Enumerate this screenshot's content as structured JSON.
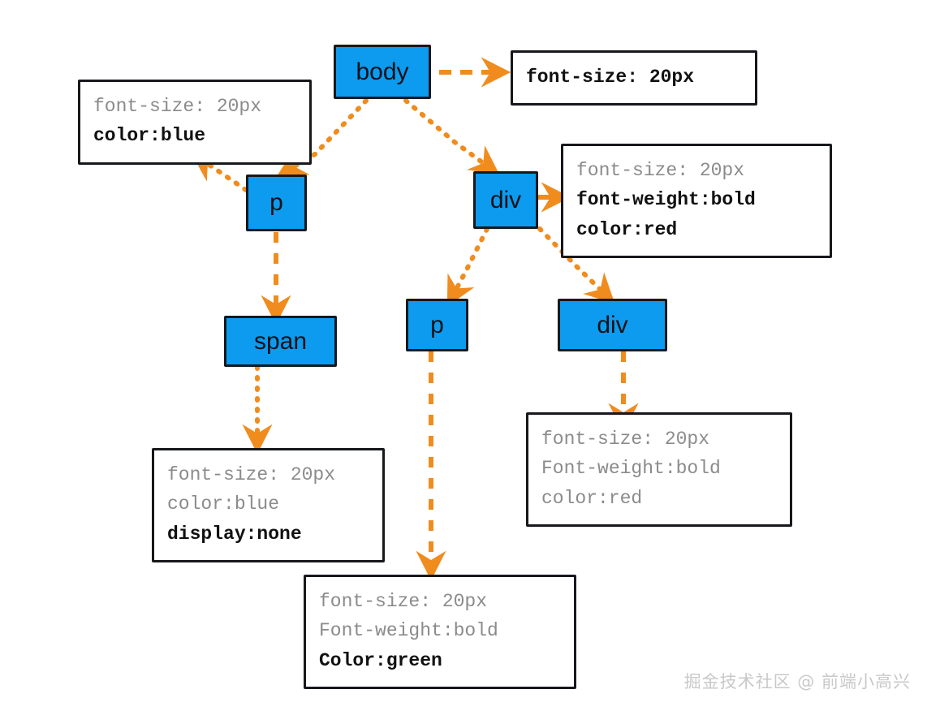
{
  "diagram": {
    "title": "CSS inheritance / cascade tree",
    "colors": {
      "node_fill": "#0c9bef",
      "node_border": "#17181c",
      "arrow": "#f08c1e",
      "inherited_text": "#8b8b8b",
      "own_text": "#111111",
      "background": "#ffffff",
      "watermark": "#c9c9c9"
    },
    "nodes": [
      {
        "id": "body",
        "label": "body"
      },
      {
        "id": "p-left",
        "label": "p"
      },
      {
        "id": "div-right",
        "label": "div"
      },
      {
        "id": "span",
        "label": "span"
      },
      {
        "id": "p-mid",
        "label": "p"
      },
      {
        "id": "div-bottom",
        "label": "div"
      }
    ],
    "decl_boxes": [
      {
        "id": "body-decl",
        "for": "body",
        "lines": [
          {
            "text": "font-size: 20px",
            "kind": "own"
          }
        ]
      },
      {
        "id": "p-left-decl",
        "for": "p-left",
        "lines": [
          {
            "text": "font-size: 20px",
            "kind": "inherited"
          },
          {
            "text": "color:blue",
            "kind": "own"
          }
        ]
      },
      {
        "id": "div-right-decl",
        "for": "div-right",
        "lines": [
          {
            "text": "font-size: 20px",
            "kind": "inherited"
          },
          {
            "text": "font-weight:bold",
            "kind": "own"
          },
          {
            "text": "color:red",
            "kind": "own"
          }
        ]
      },
      {
        "id": "span-decl",
        "for": "span",
        "lines": [
          {
            "text": "font-size: 20px",
            "kind": "inherited"
          },
          {
            "text": "color:blue",
            "kind": "inherited"
          },
          {
            "text": "display:none",
            "kind": "own"
          }
        ]
      },
      {
        "id": "p-mid-decl",
        "for": "p-mid",
        "lines": [
          {
            "text": "font-size: 20px",
            "kind": "inherited"
          },
          {
            "text": "Font-weight:bold",
            "kind": "inherited"
          },
          {
            "text": "Color:green",
            "kind": "own"
          }
        ]
      },
      {
        "id": "div-bottom-decl",
        "for": "div-bottom",
        "lines": [
          {
            "text": "font-size: 20px",
            "kind": "inherited"
          },
          {
            "text": "Font-weight:bold",
            "kind": "inherited"
          },
          {
            "text": "color:red",
            "kind": "inherited"
          }
        ]
      }
    ],
    "edges": [
      {
        "id": "body-to-decl",
        "from": "body",
        "to": "body-decl",
        "style": "dashed"
      },
      {
        "id": "body-to-p-left",
        "from": "body",
        "to": "p-left",
        "style": "dotted"
      },
      {
        "id": "body-to-div-right",
        "from": "body",
        "to": "div-right",
        "style": "dotted"
      },
      {
        "id": "p-left-to-decl",
        "from": "p-left",
        "to": "p-left-decl",
        "style": "dotted"
      },
      {
        "id": "p-left-to-span",
        "from": "p-left",
        "to": "span",
        "style": "dashed"
      },
      {
        "id": "div-right-to-decl",
        "from": "div-right",
        "to": "div-right-decl",
        "style": "solid"
      },
      {
        "id": "div-right-to-p-mid",
        "from": "div-right",
        "to": "p-mid",
        "style": "dotted"
      },
      {
        "id": "div-right-to-div-b",
        "from": "div-right",
        "to": "div-bottom",
        "style": "dotted"
      },
      {
        "id": "span-to-decl",
        "from": "span",
        "to": "span-decl",
        "style": "dotted"
      },
      {
        "id": "p-mid-to-decl",
        "from": "p-mid",
        "to": "p-mid-decl",
        "style": "dashed"
      },
      {
        "id": "div-b-to-decl",
        "from": "div-bottom",
        "to": "div-bottom-decl",
        "style": "dashed"
      }
    ]
  },
  "watermark": {
    "text": "掘金技术社区 @ 前端小高兴"
  }
}
